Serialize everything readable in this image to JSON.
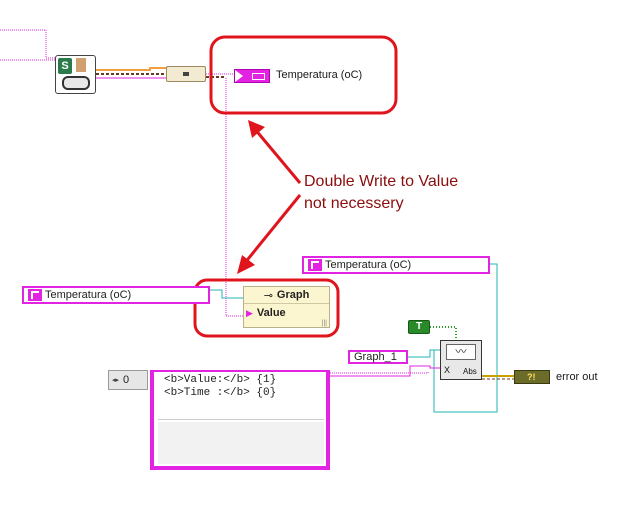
{
  "temp_local_var_top": {
    "label": "Temperatura  (oC)"
  },
  "annotation": {
    "line1": "Double Write to Value",
    "line2": "not necessery"
  },
  "temp_ref_right": {
    "label": "Temperatura  (oC)"
  },
  "temp_ref_left": {
    "label": "Temperatura  (oC)"
  },
  "property_node": {
    "title": "Graph",
    "property": "Value",
    "indicator": "|||"
  },
  "graph_ref": {
    "label": "Graph_1"
  },
  "bool_constant": {
    "label": "T"
  },
  "annotation_vi": {
    "caption": "Abs"
  },
  "error_out": {
    "label": "error out",
    "glyph": "?!"
  },
  "numeric_index": {
    "value": "0"
  },
  "format_string": {
    "line1": "<b>Value:</b> {1}",
    "line2": "<b>Time :</b> {0}"
  },
  "colors": {
    "wire_pink": "#e224e2",
    "wire_orange": "#f0a040",
    "wire_teal": "#23b5b5",
    "highlight_red": "#e0141c",
    "annot_text": "#8b0d0d"
  }
}
